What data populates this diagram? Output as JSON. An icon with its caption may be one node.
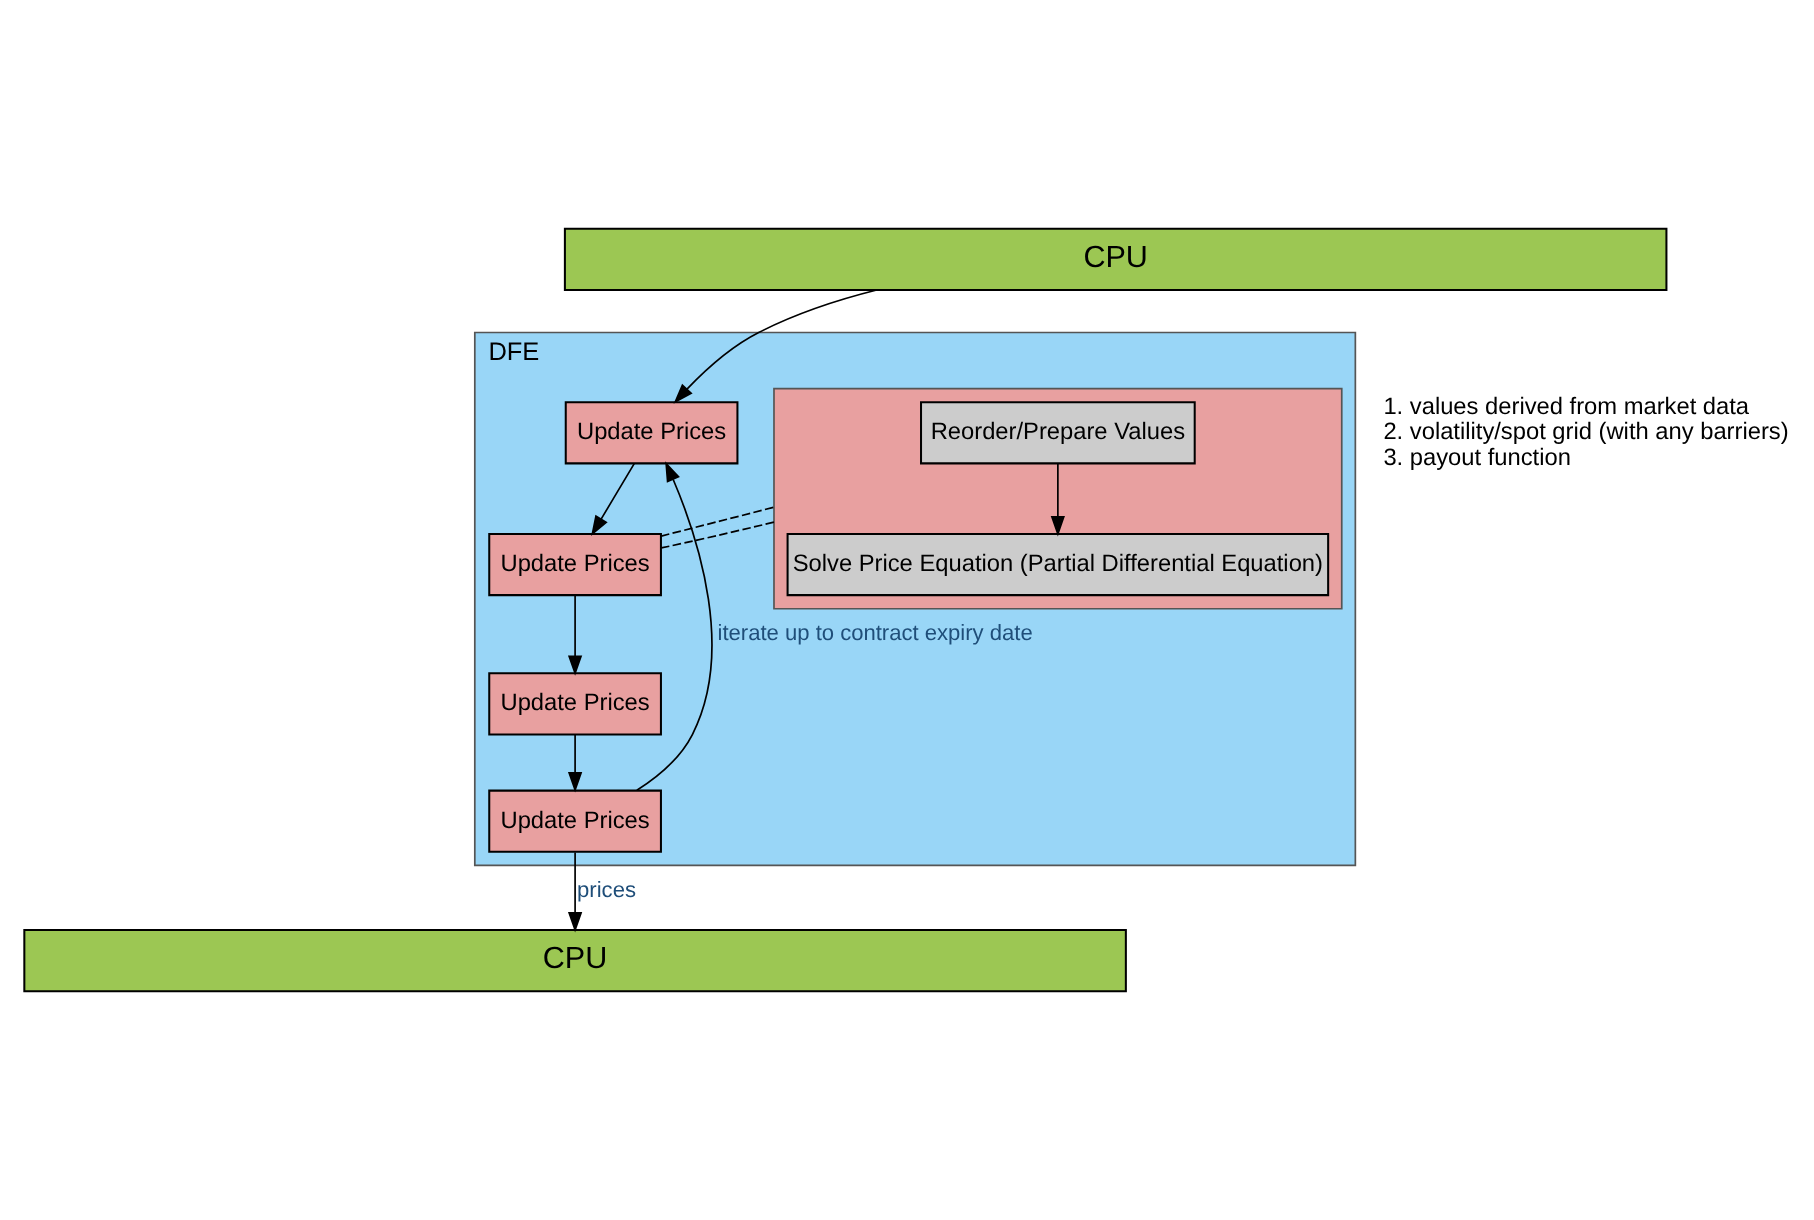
{
  "diagram": {
    "nodes": [
      {
        "text": [
          "CPU"
        ]
      },
      {
        "text": [
          "DFE"
        ]
      },
      {
        "text": [
          "Update Prices"
        ],
        "in": 1
      },
      {
        "text": [
          "Update Prices"
        ],
        "in": 1
      },
      {
        "text": [
          "Update Prices"
        ],
        "in": 1
      },
      {
        "text": [
          "Update Prices"
        ],
        "in": 1
      },
      {
        "text": [],
        "shape": "box",
        "in": 1
      },
      {
        "text": [
          "Reorder/Prepare Values"
        ],
        "in": 6
      },
      {
        "text": [
          "Solve Price Equation (Partial Differential Equation)"
        ],
        "in": 6
      },
      {
        "text": [
          "CPU"
        ]
      }
    ],
    "edges": [
      {
        "from": 0,
        "to": 2,
        "arrow": "to"
      },
      {
        "from": 2,
        "to": 3,
        "arrow": "to"
      },
      {
        "from": 3,
        "to": 4,
        "arrow": "to"
      },
      {
        "from": 4,
        "to": 5,
        "arrow": "to"
      },
      {
        "from": 5,
        "to": 2,
        "arrow": "to",
        "label": "iterate up to contract expiry date"
      },
      {
        "from": 3,
        "to": 6,
        "arrow": "none",
        "style": "dashed"
      },
      {
        "from": 3,
        "to": 6,
        "arrow": "none",
        "style": "dashed"
      },
      {
        "from": 7,
        "to": 8,
        "arrow": "to"
      },
      {
        "from": 5,
        "to": 9,
        "arrow": "to",
        "label": "prices"
      }
    ],
    "labels": [
      "1. values derived from market data",
      "2. volatility/spot grid (with any barriers)",
      "3. payout function"
    ]
  }
}
